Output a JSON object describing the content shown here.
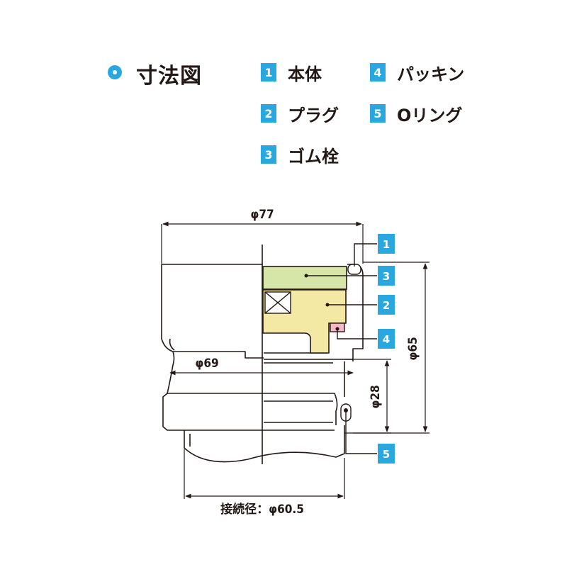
{
  "header": {
    "title": "寸法図"
  },
  "legend": [
    {
      "number": "1",
      "label": "本体"
    },
    {
      "number": "2",
      "label": "プラグ"
    },
    {
      "number": "3",
      "label": "ゴム栓"
    },
    {
      "number": "4",
      "label": "パッキン"
    },
    {
      "number": "5",
      "label": "Oリング"
    }
  ],
  "dimensions": {
    "outer_diameter": "φ77",
    "inner_diameter": "φ69",
    "height": "φ65",
    "bore": "φ28",
    "connection": "接続径：φ60.5"
  },
  "callouts": [
    "1",
    "3",
    "2",
    "4",
    "5"
  ],
  "colors": {
    "accent": "#29a8e0",
    "plug": "#f4e9a4",
    "rubber_stopper": "#d6e6a8",
    "line": "#231815"
  }
}
